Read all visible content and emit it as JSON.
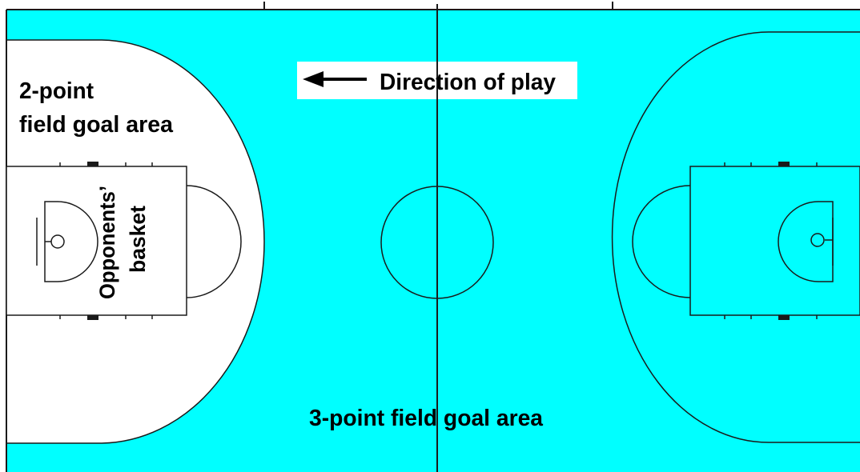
{
  "court": {
    "colors": {
      "three_point_area": "#00ffff",
      "two_point_area": "#ffffff",
      "line": "#1a1a1a",
      "direction_label_background": "#ffffff"
    }
  },
  "labels": {
    "two_point_area_line1": "2-point",
    "two_point_area_line2": "field goal area",
    "direction_of_play": "Direction of play",
    "opponents_basket_line1": "Opponents’",
    "opponents_basket_line2": "basket",
    "three_point_area": "3-point field goal area"
  },
  "icons": {
    "direction_arrow": "arrow-left-icon"
  }
}
